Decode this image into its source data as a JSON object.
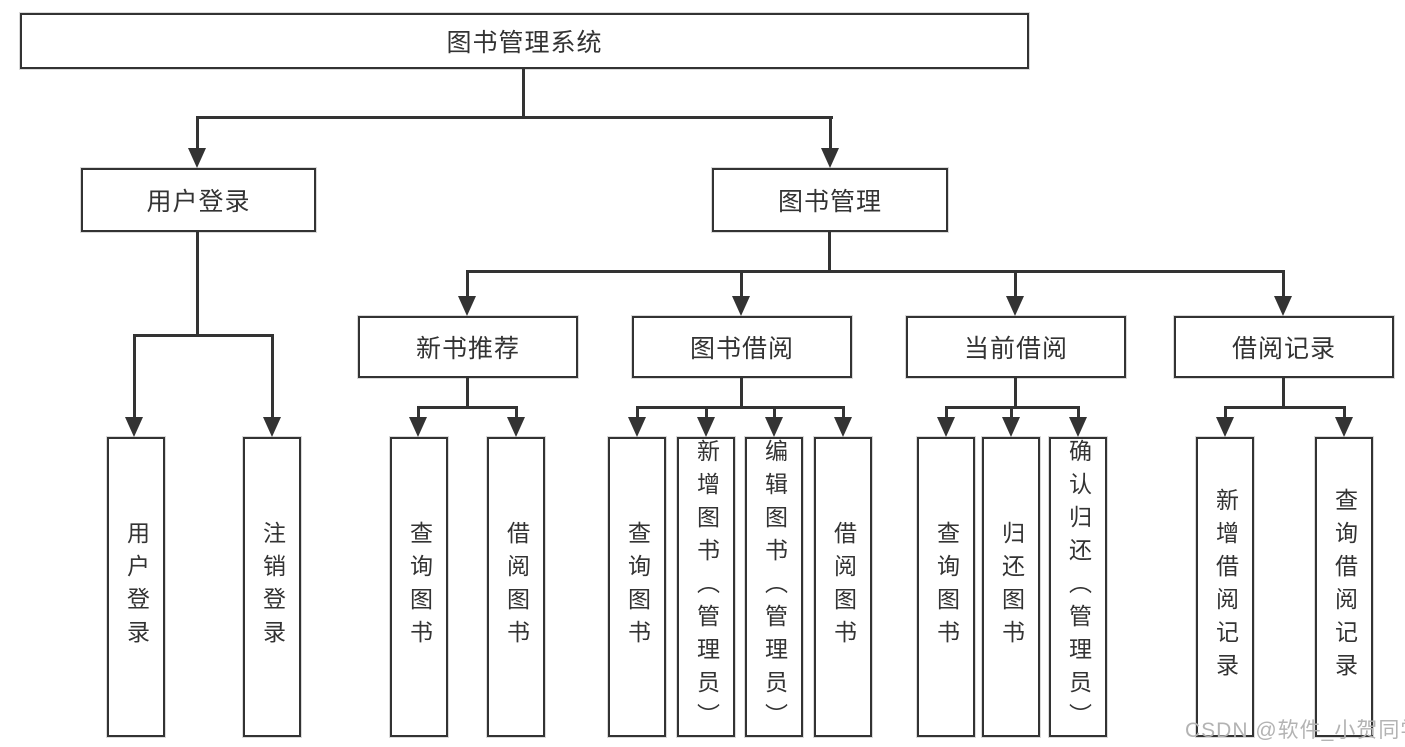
{
  "tree": {
    "root": {
      "label": "图书管理系统"
    },
    "user_login": {
      "label": "用户登录",
      "leaves": [
        "用户登录",
        "注销登录"
      ]
    },
    "book_mgmt": {
      "label": "图书管理",
      "children": [
        {
          "label": "新书推荐",
          "leaves": [
            "查询图书",
            "借阅图书"
          ]
        },
        {
          "label": "图书借阅",
          "leaves": [
            "查询图书",
            "新增图书（管理员）",
            "编辑图书（管理员）",
            "借阅图书"
          ]
        },
        {
          "label": "当前借阅",
          "leaves": [
            "查询图书",
            "归还图书",
            "确认归还（管理员）"
          ]
        },
        {
          "label": "借阅记录",
          "leaves": [
            "新增借阅记录",
            "查询借阅记录"
          ]
        }
      ]
    }
  },
  "watermark": "CSDN @软件_小贺同学",
  "colors": {
    "line": "#333333",
    "box_border": "#333333",
    "box_bg": "#ffffff",
    "text": "#333333",
    "watermark": "#b3b3b3"
  }
}
